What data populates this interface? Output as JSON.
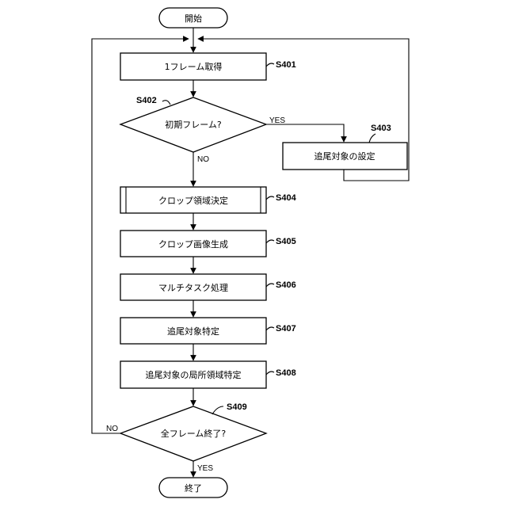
{
  "nodes": {
    "start": "開始",
    "s401": "1フレーム取得",
    "s402": "初期フレーム?",
    "s403": "追尾対象の設定",
    "s404": "クロップ領域決定",
    "s405": "クロップ画像生成",
    "s406": "マルチタスク処理",
    "s407": "追尾対象特定",
    "s408": "追尾対象の局所領域特定",
    "s409": "全フレーム終了?",
    "end": "終了"
  },
  "step_labels": {
    "s401": "S401",
    "s402": "S402",
    "s403": "S403",
    "s404": "S404",
    "s405": "S405",
    "s406": "S406",
    "s407": "S407",
    "s408": "S408",
    "s409": "S409"
  },
  "edge_labels": {
    "s402_yes": "YES",
    "s402_no": "NO",
    "s409_no": "NO",
    "s409_yes": "YES"
  }
}
